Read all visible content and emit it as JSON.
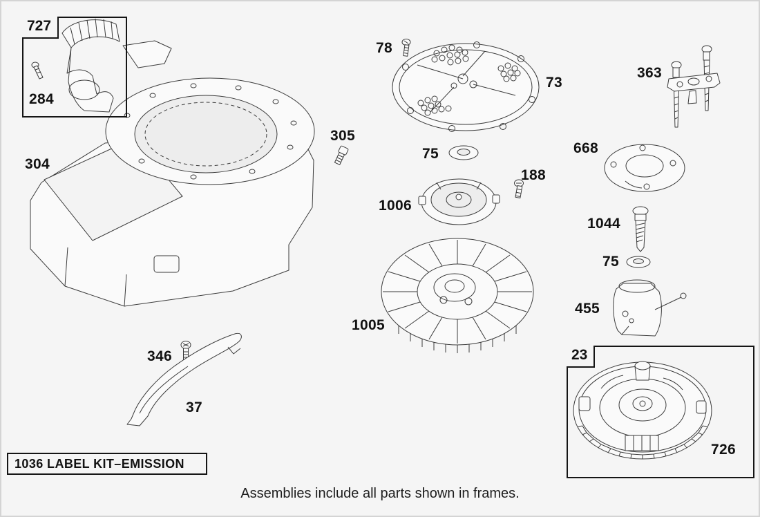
{
  "diagram": {
    "caption": "Assemblies include all parts shown in frames.",
    "label_kit_box": "1036 LABEL KIT–EMISSION",
    "frame_727": "727",
    "frame_23": "23",
    "part_labels": {
      "shroud_284": "284",
      "housing_304": "304",
      "screw_305": "305",
      "screw_78": "78",
      "screen_73": "73",
      "washer_75_upper": "75",
      "screw_188": "188",
      "cup_1006": "1006",
      "plate_668": "668",
      "guard_363": "363",
      "screw_1044": "1044",
      "washer_75_lower": "75",
      "bracket_455": "455",
      "fan_1005": "1005",
      "screw_346": "346",
      "baffle_37": "37",
      "flywheel_726": "726"
    }
  }
}
